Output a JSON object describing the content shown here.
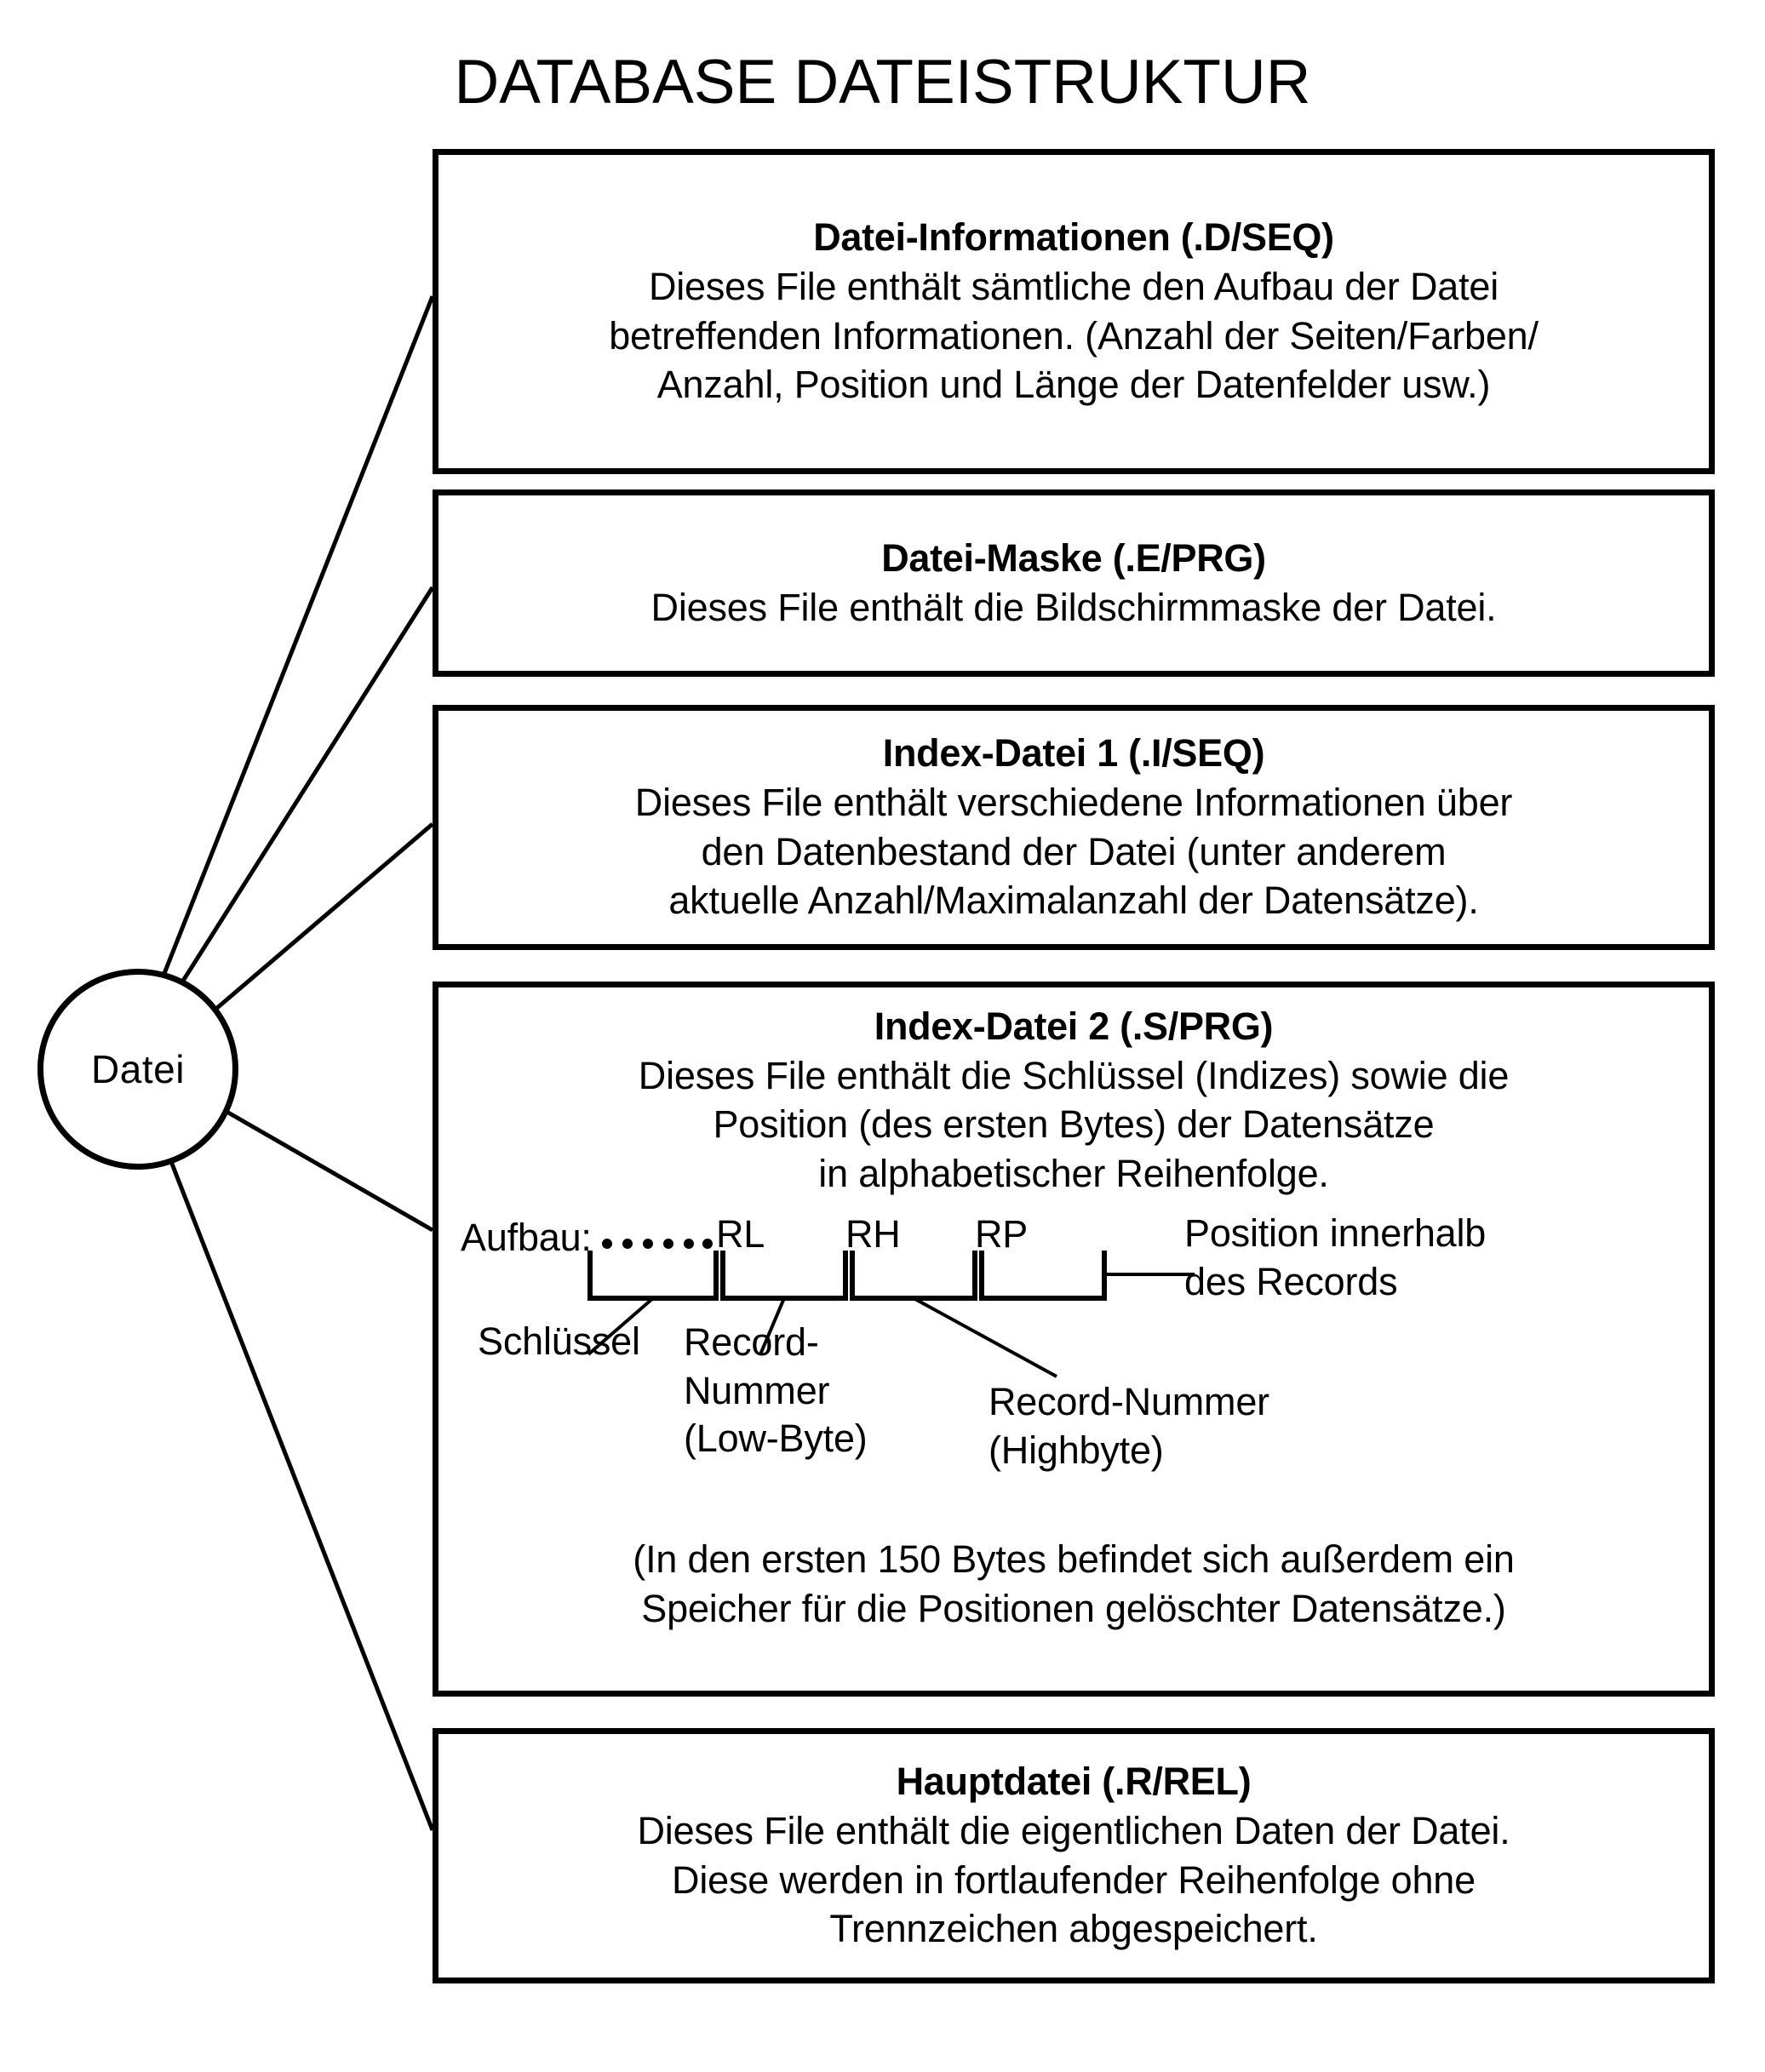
{
  "title": "DATABASE DATEISTRUKTUR",
  "root_node": {
    "label": "Datei"
  },
  "boxes": [
    {
      "id": "datei-informationen",
      "title": "Datei-Informationen (.D/SEQ)",
      "lines": [
        "Dieses File enthält sämtliche den Aufbau der Datei",
        "betreffenden Informationen. (Anzahl der Seiten/Farben/",
        "Anzahl, Position und Länge der Datenfelder usw.)"
      ]
    },
    {
      "id": "datei-maske",
      "title": "Datei-Maske (.E/PRG)",
      "lines": [
        "Dieses File enthält die Bildschirmmaske der Datei."
      ]
    },
    {
      "id": "index-datei-1",
      "title": "Index-Datei 1 (.I/SEQ)",
      "lines": [
        "Dieses File enthält verschiedene Informationen über",
        "den Datenbestand der Datei (unter anderem",
        "aktuelle Anzahl/Maximalanzahl der Datensätze)."
      ]
    },
    {
      "id": "index-datei-2",
      "title": "Index-Datei 2 (.S/PRG)",
      "lines": [
        "Dieses File enthält die Schlüssel (Indizes) sowie die",
        "Position (des ersten Bytes) der Datensätze",
        "in alphabetischer Reihenfolge."
      ],
      "aufbau": {
        "caption": "Aufbau:",
        "segments": [
          {
            "name": "key-segment",
            "label": "",
            "dotted": true
          },
          {
            "name": "rl-segment",
            "label": "RL",
            "dotted": false
          },
          {
            "name": "rh-segment",
            "label": "RH",
            "dotted": false
          },
          {
            "name": "rp-segment",
            "label": "RP",
            "dotted": false
          }
        ],
        "annotations": {
          "key": "Schlüssel",
          "record_low": [
            "Record-",
            "Nummer",
            "(Low-Byte)"
          ],
          "record_high": [
            "Record-Nummer",
            "(Highbyte)"
          ],
          "position": [
            "Position innerhalb",
            "des Records"
          ]
        }
      },
      "tail_lines": [
        "(In den ersten 150 Bytes befindet sich außerdem ein",
        "Speicher für die Positionen gelöschter Datensätze.)"
      ]
    },
    {
      "id": "hauptdatei",
      "title": "Hauptdatei (.R/REL)",
      "lines": [
        "Dieses File enthält die eigentlichen Daten der Datei.",
        "Diese werden in fortlaufender Reihenfolge ohne",
        "Trennzeichen abgespeichert."
      ]
    }
  ],
  "colors": {
    "ink": "#000000",
    "paper": "#ffffff"
  }
}
